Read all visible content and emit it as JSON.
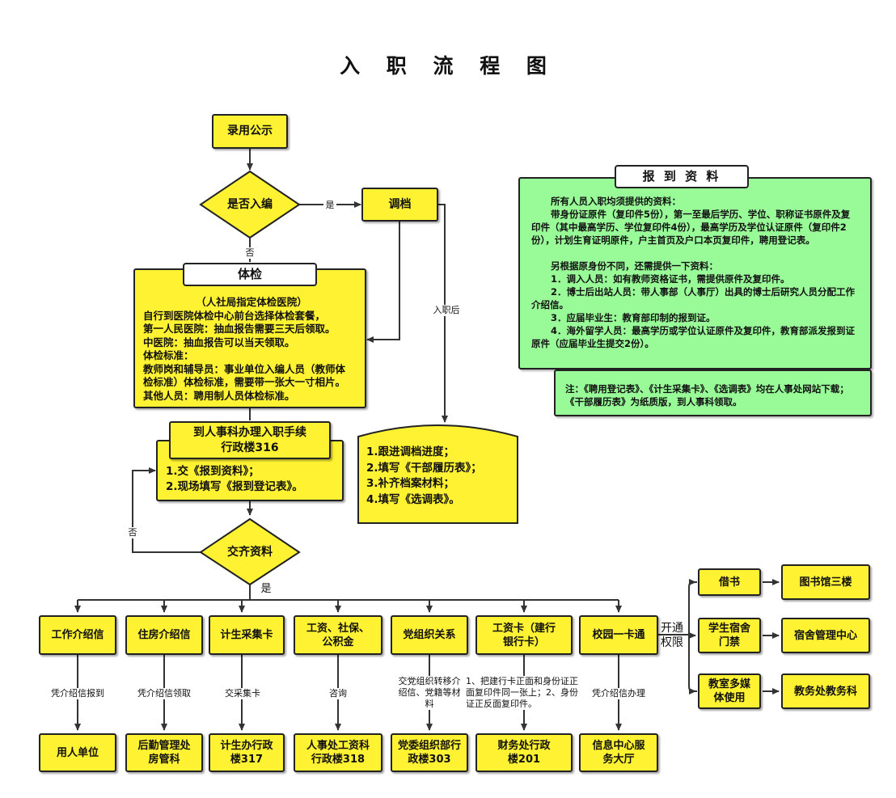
{
  "title": "入 职 流 程 图",
  "nodes": {
    "announce": "录用公示",
    "decision_establishment": "是否入编",
    "file_transfer": "调档",
    "physical_exam": {
      "heading": "体检",
      "lines": [
        "（人社局指定体检医院）",
        "自行到医院体检中心前台选择体检套餐，",
        "第一人民医院：抽血报告需要三天后领取。",
        "中医院：抽血报告可以当天领取。",
        "体检标准：",
        "教师岗和辅导员：事业单位入编人员（教师体",
        "检标准）体检标准，需要带一张大一寸相片。",
        "其他人员：聘用制人员体检标准。"
      ]
    },
    "hr_office": {
      "heading_line1": "到人事科办理入职手续",
      "heading_line2": "行政楼316",
      "line1": "1.交《报到资料》；",
      "line2": "2.现场填写《报到登记表》。"
    },
    "after_entry": {
      "line1": "1.跟进调档进度；",
      "line2": "2.填写《干部履历表》；",
      "line3": "3.补齐档案材料；",
      "line4": "4.填写《选调表》。"
    },
    "decision_documents": "交齐资料"
  },
  "edge_labels": {
    "yes_top": "是",
    "no_top": "否",
    "after_entry": "入职后",
    "no_loop": "否",
    "yes_bottom": "是",
    "open_access_line1": "开通",
    "open_access_line2": "权限"
  },
  "report_materials": {
    "heading": "报 到 资 料",
    "para1": "所有人员入职均须提供的资料：",
    "para2": "带身份证原件（复印件5份），第一至最后学历、学位、职称证书原件及复印件（其中最高学历、学位复印件4份），最高学历及学位认证原件（复印件2份），计划生育证明原件，户主首页及户口本页复印件，聘用登记表。",
    "para3": "另根据原身份不同，还需提供一下资料：",
    "item1": "1．调入人员：如有教师资格证书，需提供原件及复印件。",
    "item2": "2．博士后出站人员：带人事部（人事厅）出具的博士后研究人员分配工作介绍信。",
    "item3": "3．应届毕业生：教育部印制的报到证。",
    "item4": "4．海外留学人员：最高学历或学位认证原件及复印件，教育部派发报到证原件（应届毕业生提交2份）。",
    "note": "注：《聘用登记表》、《计生采集卡》、《选调表》均在人事处网站下载；《干部履历表》为纸质版，到人事科领取。"
  },
  "branches": [
    {
      "top": "工作介绍信",
      "label": "凭介绍信报到",
      "bottom": "用人单位"
    },
    {
      "top": "住房介绍信",
      "label": "凭介绍信领取",
      "bottom": "后勤管理处房管科"
    },
    {
      "top": "计生采集卡",
      "label": "交采集卡",
      "bottom": "计生办行政楼317"
    },
    {
      "top": "工资、社保、公积金",
      "label": "咨询",
      "bottom": "人事处工资科行政楼318"
    },
    {
      "top": "党组织关系",
      "label": "交党组织转移介绍信、党籍等材料",
      "bottom": "党委组织部行政楼303"
    },
    {
      "top": "工资卡（建行银行卡）",
      "label": "1、把建行卡正面和身份证正面复印件同一张上；2、身份证正反面复印件。",
      "bottom": "财务处行政楼201"
    },
    {
      "top": "校园一卡通",
      "label": "凭介绍信办理",
      "bottom": "信息中心服务大厅"
    }
  ],
  "card_access": [
    {
      "left": "借书",
      "right": "图书馆三楼"
    },
    {
      "left": "学生宿舍门禁",
      "right": "宿舍管理中心"
    },
    {
      "left": "教室多媒体使用",
      "right": "教务处教务科"
    }
  ],
  "colors": {
    "yellow": "#fef232",
    "green": "#98fb98",
    "line": "#333333"
  }
}
